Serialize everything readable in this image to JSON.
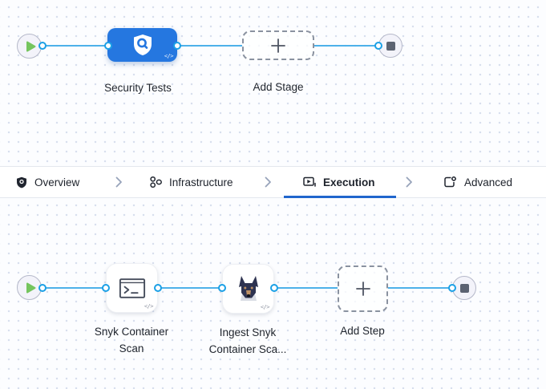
{
  "stage_canvas": {
    "stage_label": "Security Tests",
    "stage_icon": "shield-scan-icon",
    "add_stage_label": "Add Stage",
    "code_badge": "</>"
  },
  "tab_bar": {
    "tabs": [
      {
        "label": "Overview",
        "icon": "shield-check-icon",
        "active": false
      },
      {
        "label": "Infrastructure",
        "icon": "infrastructure-icon",
        "active": false
      },
      {
        "label": "Execution",
        "icon": "execution-play-icon",
        "active": true
      },
      {
        "label": "Advanced",
        "icon": "advanced-settings-icon",
        "active": false
      }
    ],
    "separator_icon": "chevron-right-icon"
  },
  "step_canvas": {
    "steps": [
      {
        "label": "Snyk Container Scan",
        "icon": "terminal-icon",
        "code_badge": "</>"
      },
      {
        "label": "Ingest Snyk Container Sca...",
        "icon": "snyk-dog-icon",
        "code_badge": "</>"
      }
    ],
    "add_step_label": "Add Step"
  },
  "colors": {
    "accent_blue": "#2577e0",
    "connector_blue": "#4db1e9",
    "connector_dot_ring": "#1ba0e6",
    "active_tab_underline": "#2066cd",
    "play_green": "#75c55e",
    "stop_slate": "#5c6372"
  }
}
